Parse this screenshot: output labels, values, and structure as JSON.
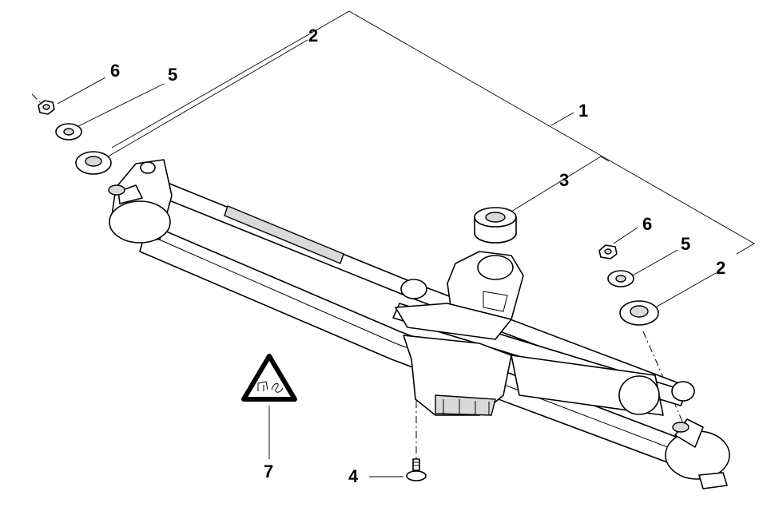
{
  "diagram": {
    "callouts": [
      {
        "id": "c1",
        "text": "1"
      },
      {
        "id": "c2a",
        "text": "2"
      },
      {
        "id": "c2b",
        "text": "2"
      },
      {
        "id": "c3",
        "text": "3"
      },
      {
        "id": "c4",
        "text": "4"
      },
      {
        "id": "c5a",
        "text": "5"
      },
      {
        "id": "c5b",
        "text": "5"
      },
      {
        "id": "c6a",
        "text": "6"
      },
      {
        "id": "c6b",
        "text": "6"
      },
      {
        "id": "c7",
        "text": "7"
      }
    ],
    "colors": {
      "line": "#000000",
      "fill": "#ffffff",
      "shade": "#d9d9d9"
    }
  }
}
